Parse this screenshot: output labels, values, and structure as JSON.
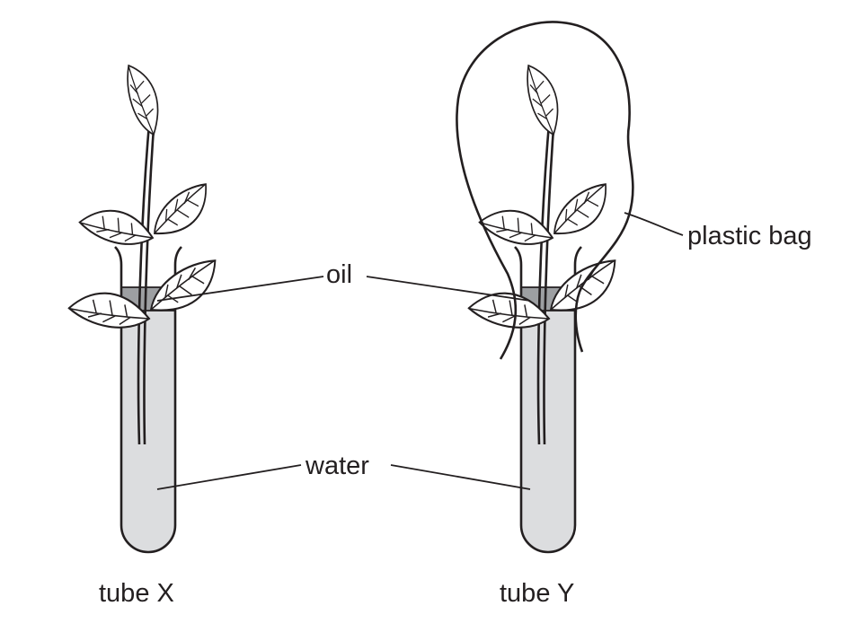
{
  "labels": {
    "oil": "oil",
    "water": "water",
    "plastic_bag": "plastic bag",
    "tube_x": "tube X",
    "tube_y": "tube Y"
  },
  "colors": {
    "water": "#dcdddf",
    "oil": "#9d9fa2",
    "line": "#231f20"
  }
}
